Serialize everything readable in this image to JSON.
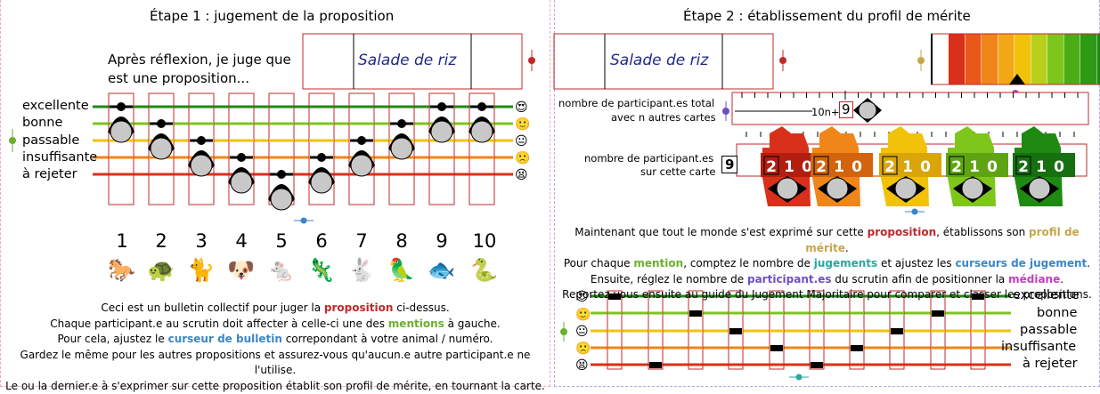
{
  "colors": {
    "excellent": "#1e8a12",
    "good": "#7ec51c",
    "fair": "#f2c20b",
    "insufficient": "#f08519",
    "reject": "#d8301a",
    "blue": "#3b86c8",
    "red": "#c0282a"
  },
  "left": {
    "title": "Étape 1 : jugement de la proposition",
    "prompt_line1": "Après réflexion, je juge que",
    "prompt_line2": "est une proposition...",
    "proposal": "Salade de riz",
    "mentions": [
      "excellente",
      "bonne",
      "passable",
      "insuffisante",
      "à rejeter"
    ],
    "mention_emojis": [
      "😍",
      "🙂",
      "😐",
      "🙁",
      "😫"
    ],
    "voters": [
      {
        "number": "1",
        "animal": "🐎",
        "mention_index": 0
      },
      {
        "number": "2",
        "animal": "🐢",
        "mention_index": 1
      },
      {
        "number": "3",
        "animal": "🐈",
        "mention_index": 2
      },
      {
        "number": "4",
        "animal": "🐶",
        "mention_index": 3
      },
      {
        "number": "5",
        "animal": "🐁",
        "mention_index": 4
      },
      {
        "number": "6",
        "animal": "🦎",
        "mention_index": 3
      },
      {
        "number": "7",
        "animal": "🐇",
        "mention_index": 2
      },
      {
        "number": "8",
        "animal": "🦜",
        "mention_index": 1
      },
      {
        "number": "9",
        "animal": "🐟",
        "mention_index": 0
      },
      {
        "number": "10",
        "animal": "🐍",
        "mention_index": 0
      }
    ],
    "instructions": {
      "l1_a": "Ceci est un bulletin collectif pour juger la ",
      "l1_b": "proposition",
      "l1_c": " ci-dessus.",
      "l2_a": "Chaque participant.e au scrutin doit affecter à celle-ci une des ",
      "l2_b": "mentions",
      "l2_c": " à gauche.",
      "l3_a": "Pour cela, ajustez le ",
      "l3_b": "curseur de bulletin",
      "l3_c": " correpondant à votre animal / numéro.",
      "l4": "Gardez le même pour les autres propositions et assurez-vous qu'aucun.e autre participant.e ne l'utilise.",
      "l5": "Le ou la dernier.e à s'exprimer sur cette proposition établit son profil de mérite, en tournant la carte."
    }
  },
  "right": {
    "title": "Étape 2 : établissement du profil de mérite",
    "proposal": "Salade de riz",
    "total_label_line1": "nombre de participant.es total",
    "total_label_line2": "avec n autres cartes",
    "total_formula": "10n+",
    "total_digit": "9",
    "card_label_line1": "nombre de participant.es",
    "card_label_line2": "sur cette carte",
    "card_digit": "9",
    "counter_digits": [
      "2",
      "1",
      "0"
    ],
    "instructions": {
      "l1_a": "Maintenant que tout le monde s'est exprimé sur cette ",
      "l1_b": "proposition",
      "l1_c": ", établissons son ",
      "l1_d": "profil de mérite",
      "l1_e": ".",
      "l2_a": "Pour chaque ",
      "l2_b": "mention",
      "l2_c": ", comptez le nombre de ",
      "l2_d": "jugements",
      "l2_e": " et ajustez les ",
      "l2_f": "curseurs de jugement",
      "l2_g": ".",
      "l3_a": "Ensuite, réglez le nombre de ",
      "l3_b": "participant.es",
      "l3_c": " du scrutin afin de positionner la ",
      "l3_d": "médiane",
      "l3_e": ".",
      "l4": "Reportez-vous ensuite au guide du Jugement Majoritaire pour comparer et classer les propositions."
    },
    "mentions": [
      "excellente",
      "bonne",
      "passable",
      "insuffisante",
      "à rejeter"
    ],
    "mention_emojis": [
      "😍",
      "🙂",
      "😐",
      "🙁",
      "😫"
    ],
    "profile_marks": [
      0,
      4,
      1,
      2,
      3,
      4,
      3,
      2,
      1,
      0
    ]
  }
}
